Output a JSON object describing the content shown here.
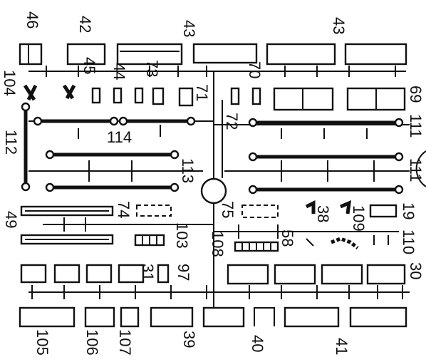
{
  "labels": {
    "l46": "46",
    "l42": "42",
    "l43a": "43",
    "l43b": "43",
    "l104": "104",
    "l45": "45",
    "l44": "44",
    "l73": "73",
    "l70": "70",
    "l71": "71",
    "l72": "72",
    "l69": "69",
    "l114": "114",
    "l111a": "111",
    "l112": "112",
    "l113": "113",
    "l111b": "111",
    "l49": "49",
    "l74": "74",
    "l75": "75",
    "l38": "38",
    "l109": "109",
    "l19": "19",
    "l103": "103",
    "l108": "108",
    "l58": "58",
    "l110": "110",
    "l97": "97",
    "l31": "31",
    "l30": "30",
    "l105": "105",
    "l106": "106",
    "l107": "107",
    "l39": "39",
    "l40": "40",
    "l41": "41"
  },
  "colors": {
    "ink": "#111111",
    "paper": "#ffffff"
  }
}
